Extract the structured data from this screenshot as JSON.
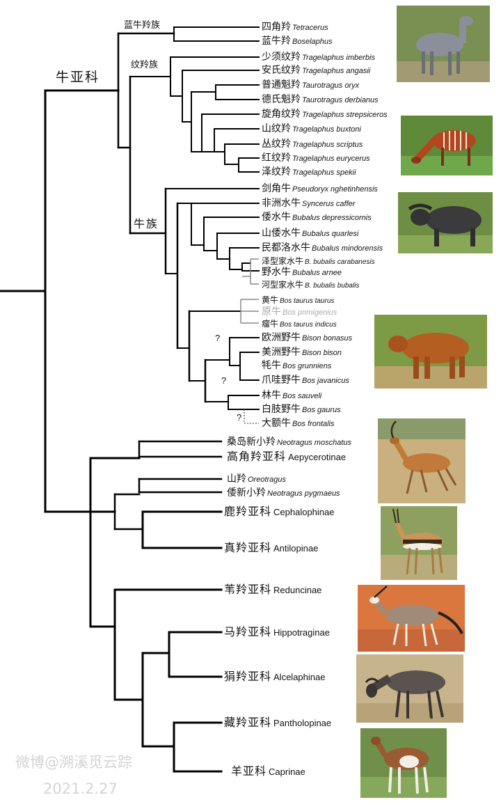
{
  "subfamily_label": "牛亚科",
  "tribes": {
    "boselaphini": "蓝牛羚族",
    "tragelaphini": "纹羚族",
    "bovini": "牛族"
  },
  "question_mark": "?",
  "leaves": [
    {
      "zh": "四角羚",
      "la": "Tetracerus"
    },
    {
      "zh": "蓝牛羚",
      "la": "Boselaphus"
    },
    {
      "zh": "少须纹羚",
      "la": "Tragelaphus imberbis"
    },
    {
      "zh": "安氏纹羚",
      "la": "Tragelaphus angasii"
    },
    {
      "zh": "普通魁羚",
      "la": "Taurotragus oryx"
    },
    {
      "zh": "德氏魁羚",
      "la": "Taurotragus derbianus"
    },
    {
      "zh": "旋角纹羚",
      "la": "Tragelaphus strepsiceros"
    },
    {
      "zh": "山纹羚",
      "la": "Tragelaphus buxtoni"
    },
    {
      "zh": "丛纹羚",
      "la": "Tragelaphus scriptus"
    },
    {
      "zh": "红纹羚",
      "la": "Tragelaphus eurycerus"
    },
    {
      "zh": "泽纹羚",
      "la": "Tragelaphus spekii"
    },
    {
      "zh": "剑角牛",
      "la": "Pseudoryx nghetinhensis"
    },
    {
      "zh": "非洲水牛",
      "la": "Syncerus caffer"
    },
    {
      "zh": "倭水牛",
      "la": "Bubalus depressicornis"
    },
    {
      "zh": "山倭水牛",
      "la": "Bubalus quarlesi"
    },
    {
      "zh": "民都洛水牛",
      "la": "Bubalus mindorensis"
    },
    {
      "zh": "泽型家水牛",
      "la": "B. bubalis carabanesis"
    },
    {
      "zh": "野水牛",
      "la": "Bubalus arnee"
    },
    {
      "zh": "河型家水牛",
      "la": "B. bubalis bubalis"
    },
    {
      "zh": "黄牛",
      "la": "Bos taurus taurus"
    },
    {
      "zh": "原牛",
      "la": "Bos primigenius"
    },
    {
      "zh": "瘤牛",
      "la": "Bos taurus indicus"
    },
    {
      "zh": "欧洲野牛",
      "la": "Bison bonasus"
    },
    {
      "zh": "美洲野牛",
      "la": "Bison bison"
    },
    {
      "zh": "牦牛",
      "la": "Bos grunniens"
    },
    {
      "zh": "爪哇野牛",
      "la": "Bos javanicus"
    },
    {
      "zh": "林牛",
      "la": "Bos sauveli"
    },
    {
      "zh": "白肢野牛",
      "la": "Bos gaurus"
    },
    {
      "zh": "大额牛",
      "la": "Bos frontalis"
    },
    {
      "zh": "桑岛新小羚",
      "la": "Neotragus moschatus"
    },
    {
      "zh": "山羚",
      "la": "Oreotragus"
    },
    {
      "zh": "倭新小羚",
      "la": "Neotragus pygmaeus"
    }
  ],
  "subfamilies": [
    {
      "zh": "高角羚亚科",
      "la": "Aepycerotinae"
    },
    {
      "zh": "鹿羚亚科",
      "la": "Cephalophinae"
    },
    {
      "zh": "真羚亚科",
      "la": "Antilopinae"
    },
    {
      "zh": "苇羚亚科",
      "la": "Reduncinae"
    },
    {
      "zh": "马羚亚科",
      "la": "Hippotraginae"
    },
    {
      "zh": "狷羚亚科",
      "la": "Alcelaphinae"
    },
    {
      "zh": "藏羚亚科",
      "la": "Pantholopinae"
    },
    {
      "zh": "羊亚科",
      "la": "Caprinae"
    }
  ],
  "watermark": {
    "line1": "微博@溯溪觅云踪",
    "line2": "2021.2.27"
  },
  "colors": {
    "line": "#000000",
    "grey_line": "#888888",
    "grey_text": "#aaaaaa",
    "watermark": "#d4d4d4"
  }
}
